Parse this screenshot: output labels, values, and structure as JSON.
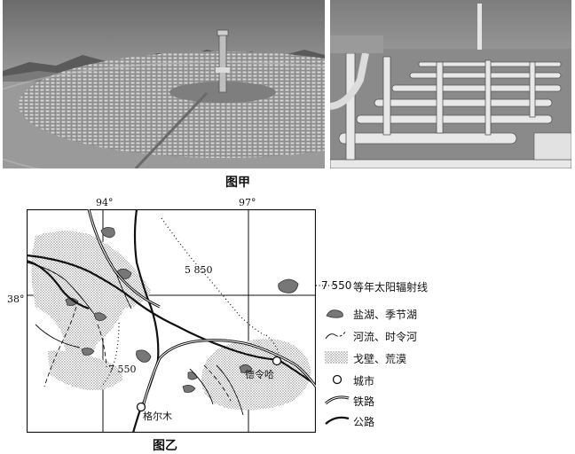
{
  "photos": {
    "left": {
      "alt_icon": "solar-tower-photo"
    },
    "right": {
      "alt_icon": "industrial-pipes-photo"
    }
  },
  "captions": {
    "jia": "图甲",
    "yi": "图乙"
  },
  "map": {
    "lon_labels": [
      "94°",
      "97°"
    ],
    "lat_labels": [
      "38°"
    ],
    "isoline_labels": [
      "5 850",
      "7 550"
    ],
    "cities": [
      "德令哈",
      "格尔木"
    ]
  },
  "legend": {
    "isoline_sample": "7 550",
    "isoline": "等年太阳辐射线",
    "lake": "盐湖、季节湖",
    "river": "河流、时令河",
    "desert": "戈壁、荒漠",
    "city": "城市",
    "railway": "铁路",
    "road": "公路"
  }
}
